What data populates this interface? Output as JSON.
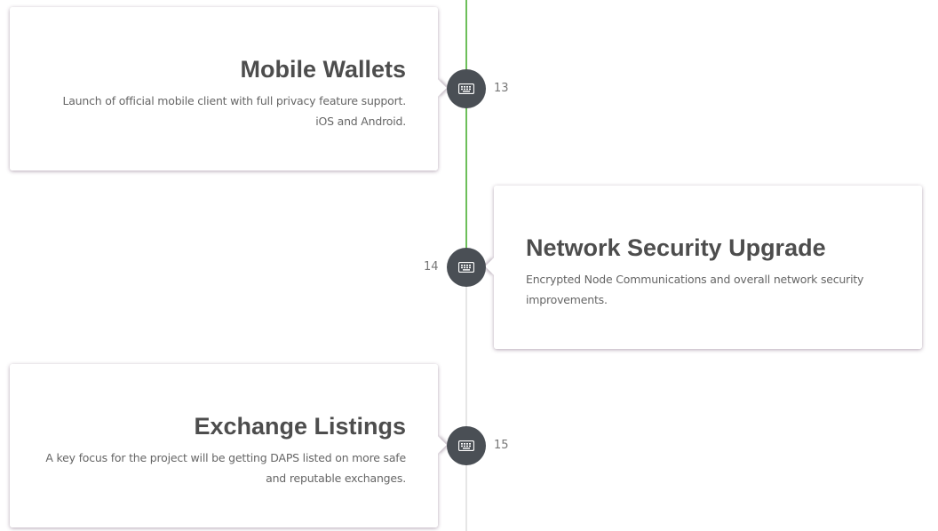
{
  "milestones": [
    {
      "number": "13",
      "title": "Mobile Wallets",
      "desc_line1": "Launch of official mobile client with full privacy feature support.",
      "desc_line2": "iOS and Android.",
      "icon": "keyboard-icon"
    },
    {
      "number": "14",
      "title": "Network Security Upgrade",
      "desc_line1": "Encrypted Node Communications and overall network security",
      "desc_line2": "improvements.",
      "icon": "keyboard-icon"
    },
    {
      "number": "15",
      "title": "Exchange Listings",
      "desc_line1": "A key focus for the project will be getting DAPS listed on more safe",
      "desc_line2": "and reputable exchanges.",
      "icon": "keyboard-icon"
    }
  ],
  "colors": {
    "progress": "#6dbf5a",
    "node": "#4a4f55",
    "line": "#e6e6e6"
  }
}
